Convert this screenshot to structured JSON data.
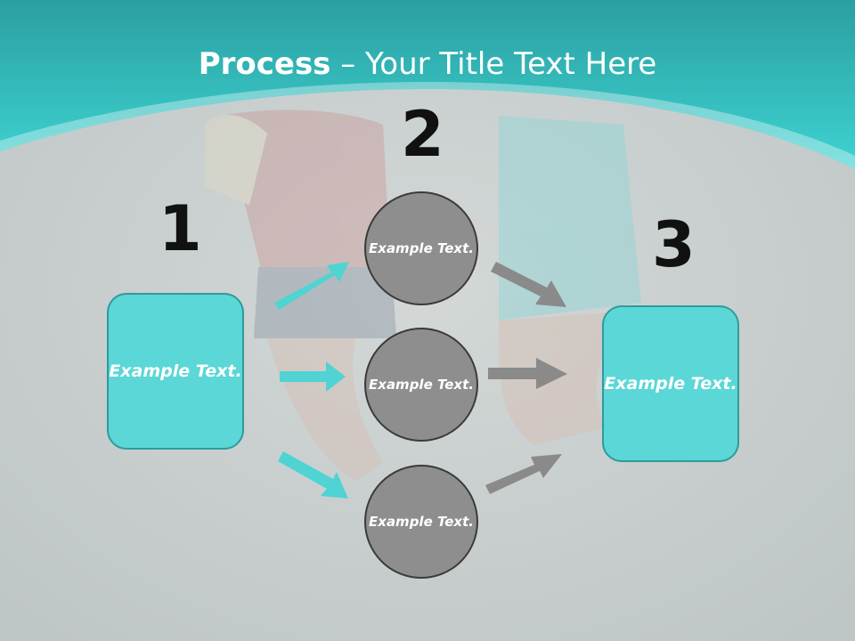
{
  "title": {
    "bold": "Process",
    "rest": " – Your Title Text Here"
  },
  "steps": [
    {
      "number": "1",
      "text": "Example Text."
    },
    {
      "number": "2"
    },
    {
      "number": "3",
      "text": "Example Text."
    }
  ],
  "circles": [
    {
      "text": "Example Text."
    },
    {
      "text": "Example Text."
    },
    {
      "text": "Example Text."
    }
  ],
  "colors": {
    "teal": "#5ad7d6",
    "teal_dark": "#2f9b9c",
    "gray": "#8e8e8e",
    "gray_arrow": "#8a8a8a",
    "header": "#2fb7b8"
  }
}
